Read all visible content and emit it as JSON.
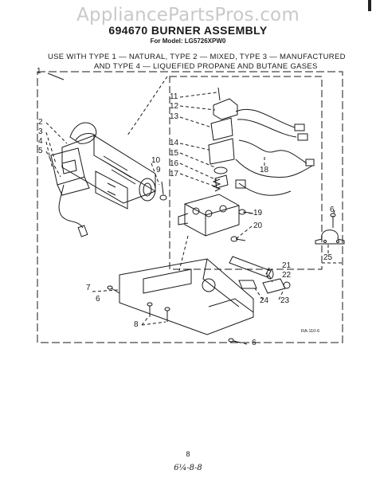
{
  "watermark": "AppliancePartsPros.com",
  "title": "694670 BURNER ASSEMBLY",
  "subtitle": "For Model: LG5726XPW0",
  "usage_line1": "USE WITH TYPE 1 — NATURAL, TYPE 2 — MIXED, TYPE 3 — MANUFACTURED",
  "usage_line2": "AND TYPE 4 — LIQUEFIED PROPANE AND BUTANE GASES",
  "drawing_code": "RA-110-6",
  "page_number": "8",
  "footer_handwritten": "6¼-8-8",
  "callouts": {
    "c1": "1",
    "c2": "2",
    "c3": "3",
    "c4": "4",
    "c5": "5",
    "c6a": "6",
    "c6b": "6",
    "c6c": "6",
    "c7": "7",
    "c8": "8",
    "c9": "9",
    "c10": "10",
    "c11": "11",
    "c12": "12",
    "c13": "13",
    "c14": "14",
    "c15": "15",
    "c16": "16",
    "c17": "17",
    "c18": "18",
    "c19": "19",
    "c20": "20",
    "c21": "21",
    "c22": "22",
    "c23": "23",
    "c24": "24",
    "c25": "25"
  }
}
